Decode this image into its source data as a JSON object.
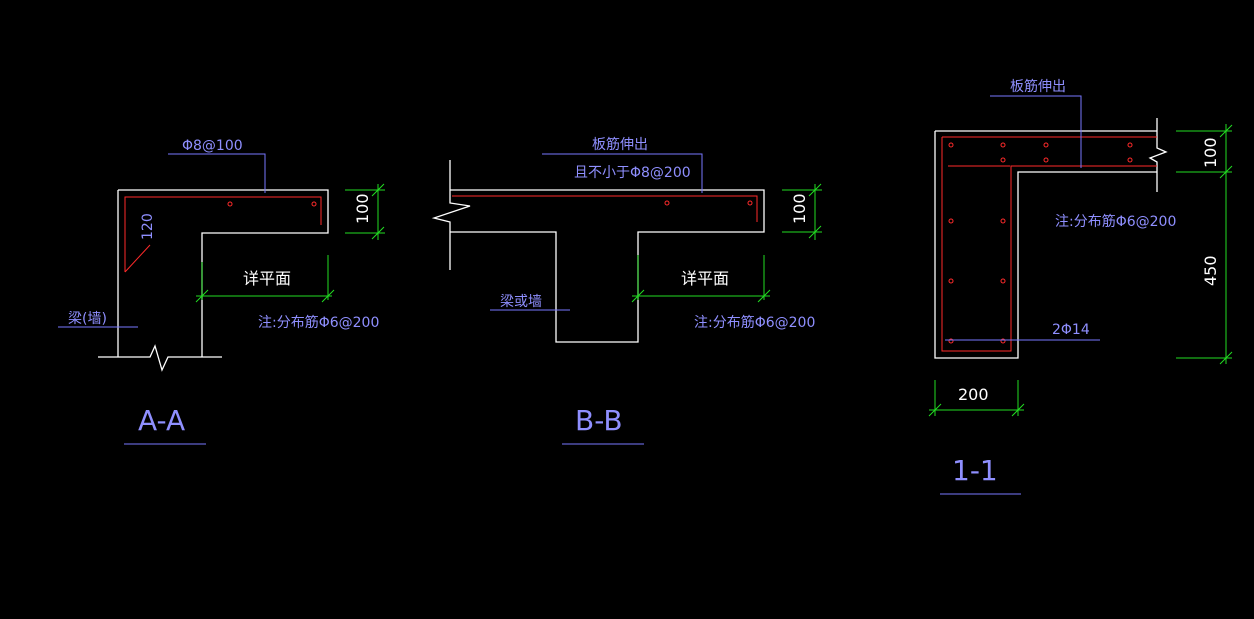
{
  "colors": {
    "background": "#000000",
    "outline": "#ffffff",
    "rebar": "#ff2a2a",
    "dimension": "#22dd22",
    "annotation": "#8f8fff"
  },
  "sections": {
    "aa": {
      "title": "A-A",
      "rebar_label": "Φ8@100",
      "dim_thickness": "100",
      "dim_side": "120",
      "detail_note": "详平面",
      "beam_label": "梁(墙)",
      "distribution_note": "注:分布筋Φ6@200"
    },
    "bb": {
      "title": "B-B",
      "rebar_label_line1": "板筋伸出",
      "rebar_label_line2": "且不小于Φ8@200",
      "dim_thickness": "100",
      "detail_note": "详平面",
      "beam_label": "梁或墙",
      "distribution_note": "注:分布筋Φ6@200"
    },
    "s11": {
      "title": "1-1",
      "rebar_label": "板筋伸出",
      "dim_thickness": "100",
      "dim_height": "450",
      "dim_width": "200",
      "distribution_note": "注:分布筋Φ6@200",
      "bottom_bar_label": "2Φ14"
    }
  }
}
